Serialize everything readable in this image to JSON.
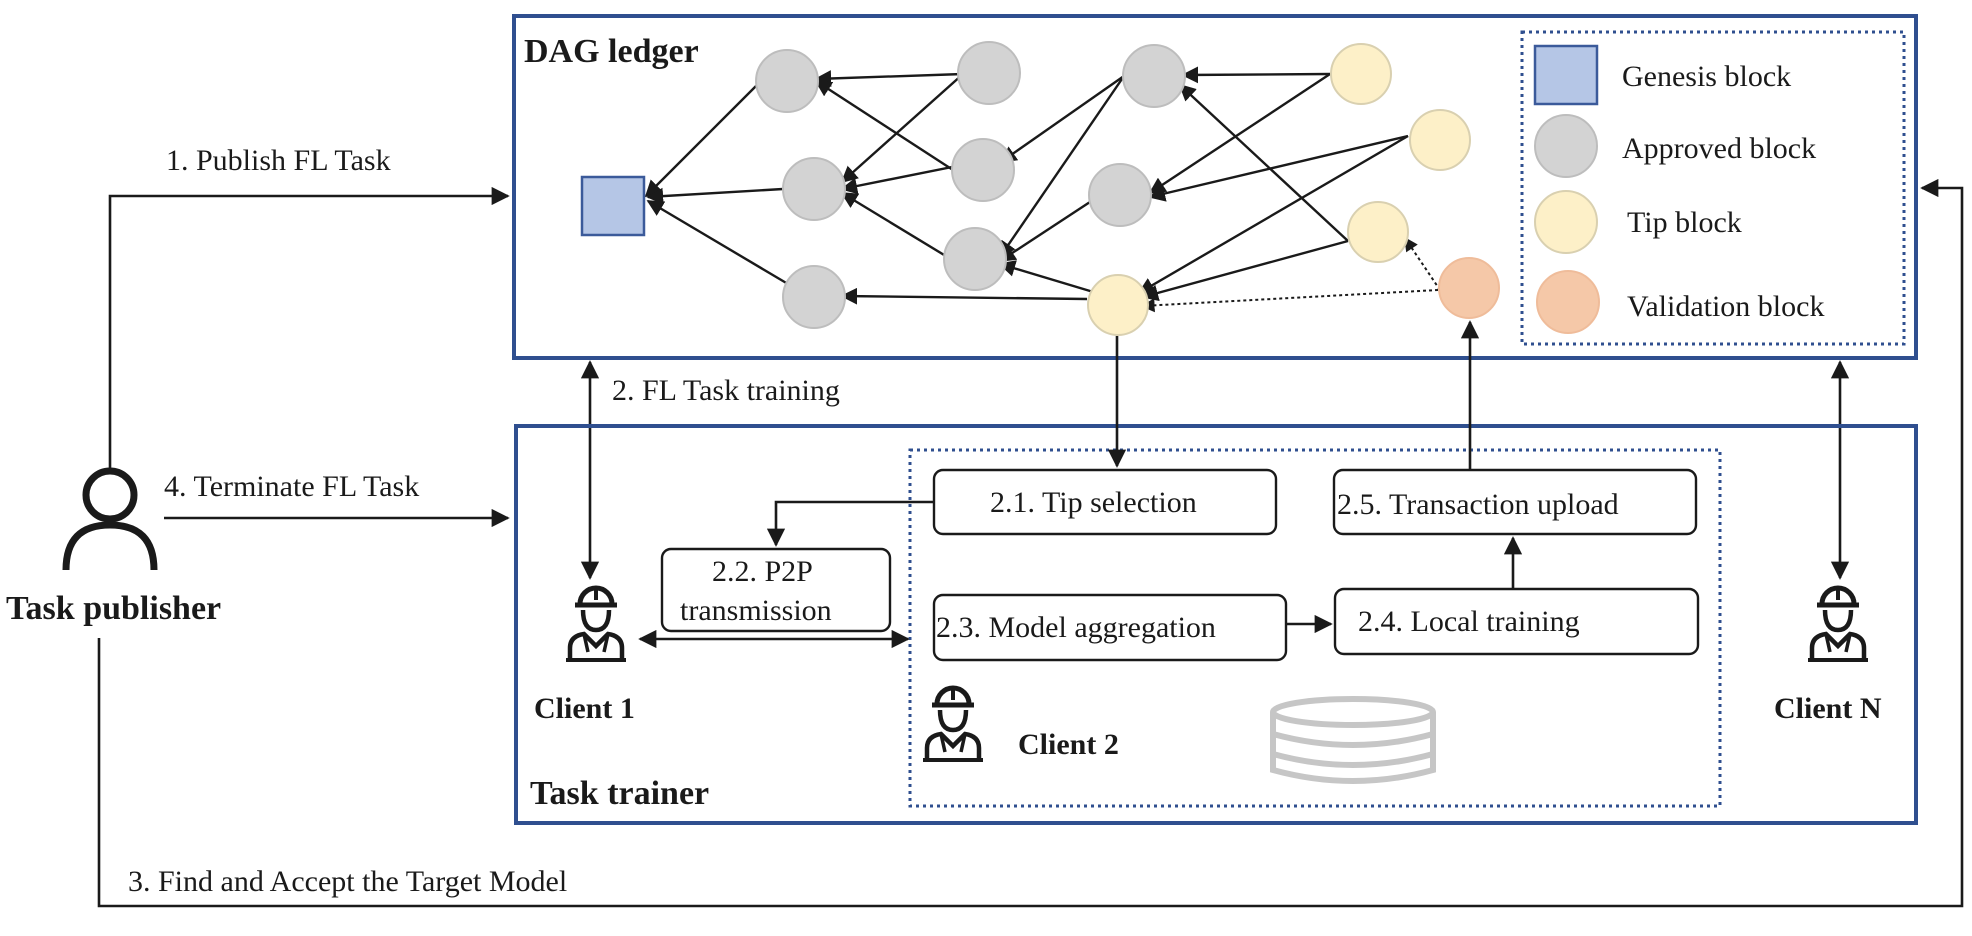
{
  "ledger": {
    "title": "DAG ledger"
  },
  "legend": {
    "genesis": "Genesis block",
    "approved": "Approved block",
    "tip": "Tip block",
    "validation": "Validation block"
  },
  "publisher": {
    "label": "Task publisher"
  },
  "flows": {
    "publish": "1. Publish FL Task",
    "training": "2. FL Task training",
    "find_accept": "3. Find and Accept the Target Model",
    "terminate": "4. Terminate FL Task"
  },
  "trainer": {
    "title": "Task trainer",
    "client1": "Client 1",
    "client2": "Client 2",
    "clientN": "Client N"
  },
  "steps": {
    "tip_selection": "2.1. Tip  selection",
    "p2p_line1": "2.2. P2P",
    "p2p_line2": "transmission",
    "model_aggregation": "2.3. Model aggregation",
    "local_training": "2.4.  Local training",
    "transaction_upload": "2.5.  Transaction upload"
  },
  "colors": {
    "frame": "#2f4f8f",
    "genesis": "#b5c6e6",
    "approved": "#d3d3d3",
    "tip": "#fdf0c8",
    "validation": "#f5c8a8"
  }
}
